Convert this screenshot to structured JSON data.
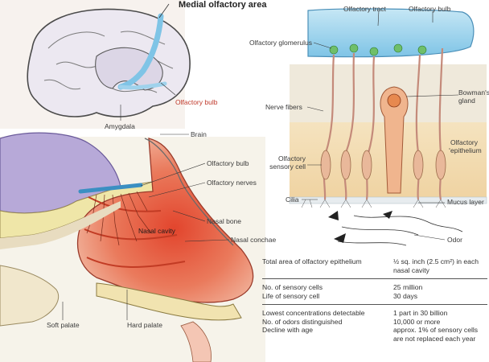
{
  "brain_inset": {
    "title": "Medial olfactory area",
    "olfactory_bulb": "Olfactory bulb",
    "amygdala": "Amygdala"
  },
  "head_section": {
    "brain": "Brain",
    "olfactory_bulb": "Olfactory bulb",
    "olfactory_nerves": "Olfactory nerves",
    "nasal_bone": "Nasal bone",
    "nasal_cavity": "Nasal cavity",
    "nasal_conchae": "Nasal conchae",
    "soft_palate": "Soft palate",
    "hard_palate": "Hard palate"
  },
  "epithelium_detail": {
    "olfactory_tract": "Olfactory tract",
    "olfactory_bulb": "Olfactory bulb",
    "olfactory_glomerulus": "Olfactory glomerulus",
    "bowmans_gland": "Bowman's\ngland",
    "nerve_fibers": "Nerve fibers",
    "olfactory_epithelium": "Olfactory\nepithelium",
    "olfactory_sensory_cell": "Olfactory\nsensory cell",
    "cilia": "Cilia",
    "mucus_layer": "Mucus layer",
    "odor": "Odor"
  },
  "facts_table": {
    "rows": [
      {
        "key": "Total area of olfactory epithelium",
        "value": "½ sq. inch (2.5 cm²) in each nasal cavity"
      },
      {
        "key": "No. of sensory cells",
        "value": "25 million"
      },
      {
        "key": "Life of sensory cell",
        "value": "30 days"
      },
      {
        "key": "Lowest concentrations detectable",
        "value": "1 part in 30 billion"
      },
      {
        "key": "No. of odors distinguished",
        "value": "10,000 or more"
      },
      {
        "key": "Decline with age",
        "value": "approx. 1% of sensory cells are not replaced each year"
      }
    ]
  },
  "colors": {
    "brain_tissue": "#ece8f1",
    "bulb_blue": "#7fc4e6",
    "cavity_red": "#e4553a",
    "bone_yellow": "#efe6a8",
    "epithelium_tan": "#f2d9a9",
    "lilac_brain": "#b7a9d8"
  }
}
